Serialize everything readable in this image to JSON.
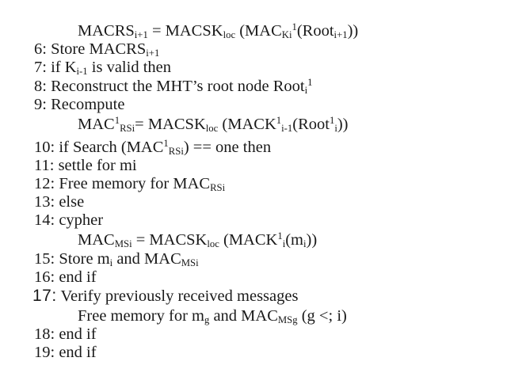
{
  "algorithm": {
    "lines": [
      {
        "id": "eq-macrs",
        "num": "",
        "text": "MACRS_{i+1} = MACSK_{loc} (MAC_{Ki}^1(Root_{i+1}))"
      },
      {
        "id": "step-6",
        "num": "6:",
        "text": "Store MACRS_{i+1}"
      },
      {
        "id": "step-7",
        "num": "7:",
        "text": "if K_{i-1} is valid then"
      },
      {
        "id": "step-8",
        "num": "8:",
        "text": "Reconstruct the MHT’s root node Root_i^1"
      },
      {
        "id": "step-9",
        "num": "9:",
        "text": "Recompute"
      },
      {
        "id": "eq-mac1rsi",
        "num": "",
        "text": "MAC^1_{RSi}= MACSK_{loc} (MACK^1_{i-1}(Root^1_i))"
      },
      {
        "id": "step-10",
        "num": "10:",
        "text": "if Search (MAC^1_{RSi}) == one then"
      },
      {
        "id": "step-11",
        "num": "11:",
        "text": "settle for mi"
      },
      {
        "id": "step-12",
        "num": "12:",
        "text": "Free memory for MAC_{RSi}"
      },
      {
        "id": "step-13",
        "num": "13:",
        "text": "else"
      },
      {
        "id": "step-14",
        "num": "14:",
        "text": "cypher"
      },
      {
        "id": "eq-macmsi",
        "num": "",
        "text": "MAC_{MSi} = MACSK_{loc} (MACK^1_i(m_i))"
      },
      {
        "id": "step-15",
        "num": "15:",
        "text": "Store m_i and MAC_{MSi}"
      },
      {
        "id": "step-16",
        "num": "16:",
        "text": "end if"
      },
      {
        "id": "step-17",
        "num": "17:",
        "text": "Verify previously received messages"
      },
      {
        "id": "step-17b",
        "num": "",
        "text": "Free memory for m_g and MAC_{MSg} (g <; i)"
      },
      {
        "id": "step-18",
        "num": "18:",
        "text": "end if"
      },
      {
        "id": "step-19",
        "num": "19:",
        "text": "end if"
      }
    ],
    "parts": {
      "l1": {
        "a": "MACRS",
        "a_sub": "i+1",
        "b": " = MACSK",
        "b_sub": "loc",
        "c": " (MAC",
        "c_sub": "Ki",
        "c_sup": "1",
        "d": "(Root",
        "d_sub": "i+1",
        "e": "))"
      },
      "l6": {
        "num": "6:",
        "a": " Store MACRS",
        "a_sub": "i+1"
      },
      "l7": {
        "num": "7:",
        "a": " if K",
        "a_sub": "i-1",
        "b": " is valid then"
      },
      "l8": {
        "num": "8:",
        "a": " Reconstruct the MHT’s root node Root",
        "a_sub": "i",
        "a_sup": "1"
      },
      "l9": {
        "num": "9:",
        "a": " Recompute"
      },
      "l9b": {
        "a": "MAC",
        "a_sup": "1",
        "a_sub": "RSi",
        "b": "= MACSK",
        "b_sub": "loc",
        "c": " (MACK",
        "c_sup": "1",
        "c_sub": "i-1",
        "d": "(Root",
        "d_sup": "1",
        "d_sub": "i",
        "e": "))"
      },
      "l10": {
        "num": "10:",
        "a": " if Search (MAC",
        "a_sup": "1",
        "a_sub": "RSi",
        "b": ") == one then"
      },
      "l11": {
        "num": "11:",
        "a": " settle for mi"
      },
      "l12": {
        "num": "12:",
        "a": " Free memory for MAC",
        "a_sub": "RSi"
      },
      "l13": {
        "num": "13:",
        "a": " else"
      },
      "l14": {
        "num": "14:",
        "a": " cypher"
      },
      "l14b": {
        "a": "MAC",
        "a_sub": "MSi",
        "b": " = MACSK",
        "b_sub": "loc",
        "c": " (MACK",
        "c_sup": "1",
        "c_sub": "i",
        "d": "(m",
        "d_sub": "i",
        "e": "))"
      },
      "l15": {
        "num": "15:",
        "a": " Store m",
        "a_sub": "i",
        "b": " and MAC",
        "b_sub": "MSi"
      },
      "l16": {
        "num": "16:",
        "a": " end if"
      },
      "l17": {
        "num": "17:",
        "a": " Verify previously received messages"
      },
      "l17b": {
        "a": "Free memory for m",
        "a_sub": "g",
        "b": " and MAC",
        "b_sub": "MSg",
        "c": " (g <; i)"
      },
      "l18": {
        "num": "18:",
        "a": " end if"
      },
      "l19": {
        "num": "19:",
        "a": " end if"
      }
    }
  }
}
